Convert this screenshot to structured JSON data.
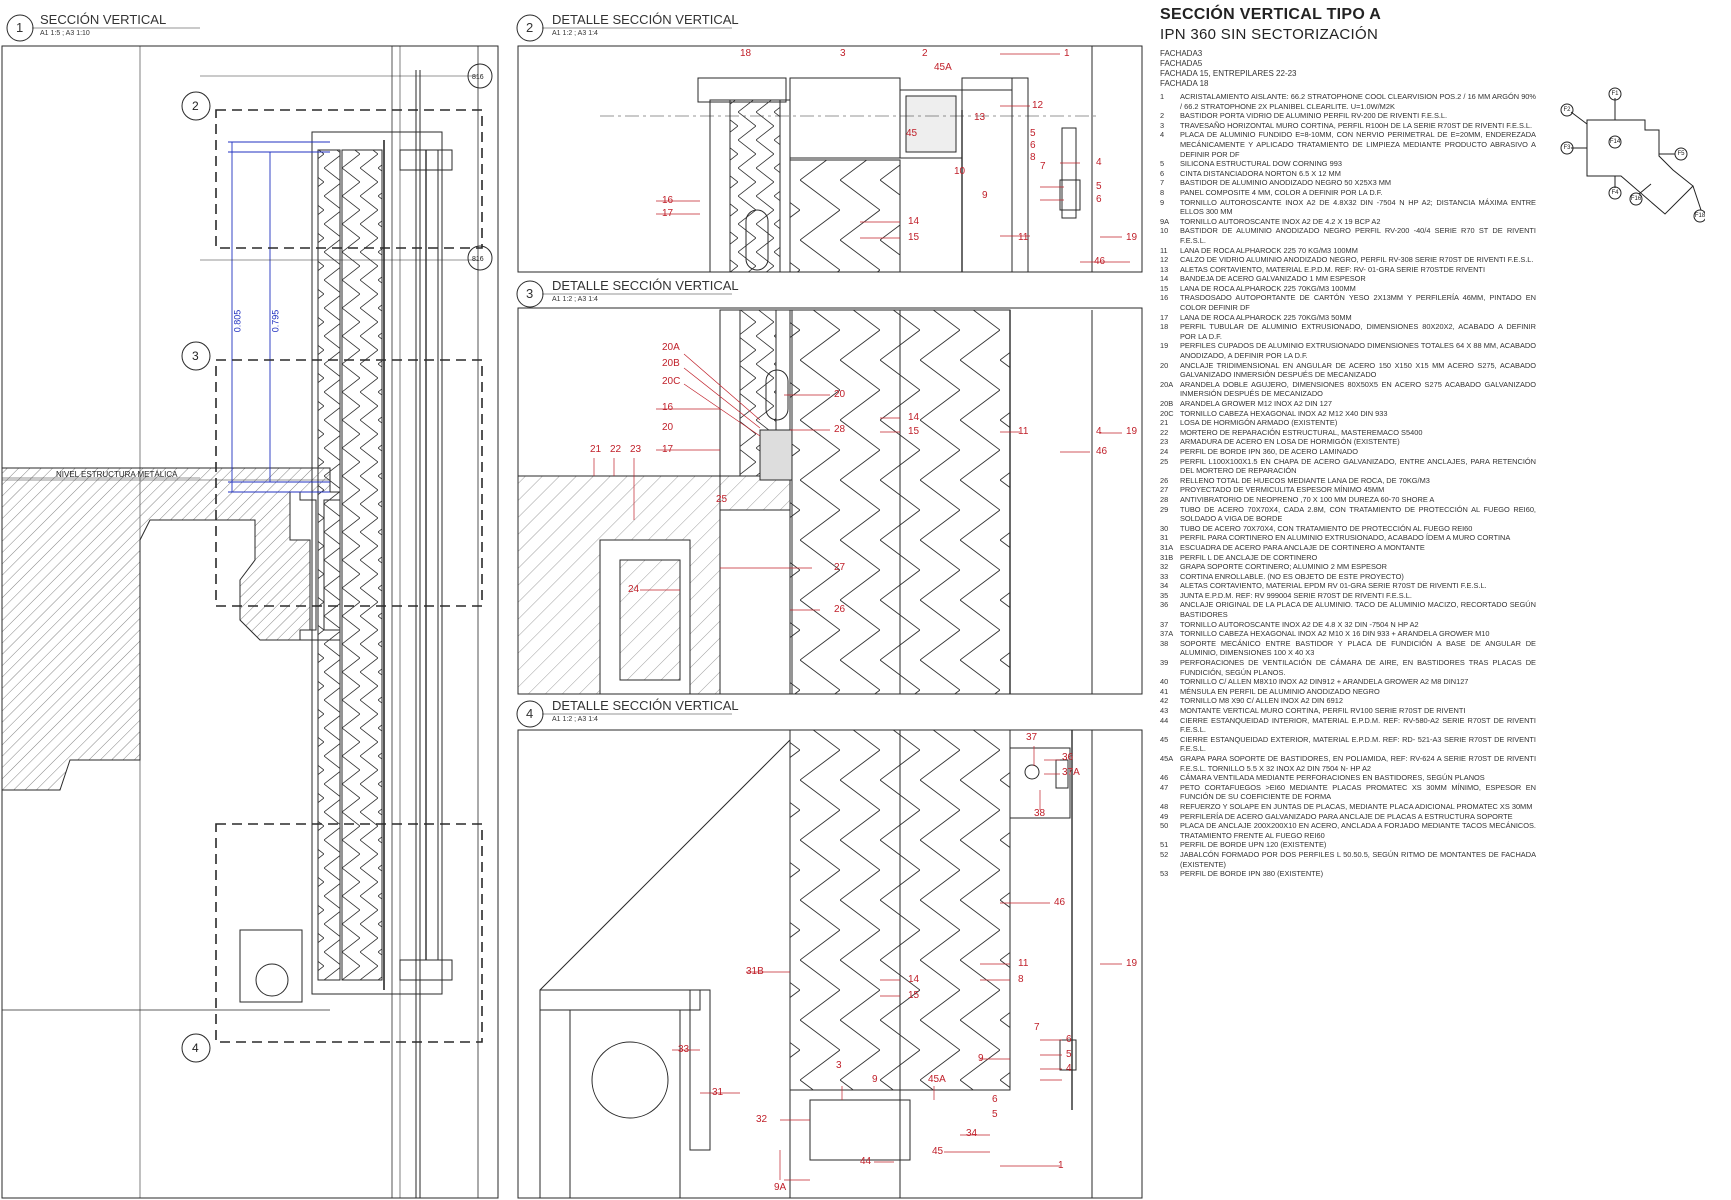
{
  "panels": [
    {
      "num": "1",
      "title": "SECCIÓN VERTICAL",
      "scale": "A1 1:5 ; A3 1:10"
    },
    {
      "num": "2",
      "title": "DETALLE SECCIÓN VERTICAL",
      "scale": "A1 1:2 ; A3 1:4"
    },
    {
      "num": "3",
      "title": "DETALLE SECCIÓN VERTICAL",
      "scale": "A1 1:2 ; A3 1:4"
    },
    {
      "num": "4",
      "title": "DETALLE SECCIÓN VERTICAL",
      "scale": "A1 1:2 ; A3 1:4"
    }
  ],
  "section1": {
    "callouts": [
      "2",
      "3",
      "4"
    ],
    "level_label": "NIVEL ESTRUCTURA METÁLICA",
    "dim_a": "0.805",
    "dim_b": "0.795",
    "ref_tag": "816"
  },
  "legend": {
    "title": "SECCIÓN VERTICAL TIPO A",
    "subtitle": "IPN 360 SIN SECTORIZACIÓN",
    "facades": [
      "FACHADA3",
      "FACHADA5",
      "FACHADA 15, ENTREPILARES 22-23",
      "FACHADA 18"
    ],
    "items": [
      {
        "n": "1",
        "t": "ACRISTALAMIENTO AISLANTE: 66.2 STRATOPHONE COOL CLEARVISION POS.2 / 16 MM ARGÓN 90% / 66.2 STRATOPHONE 2X PLANIBEL CLEARLITE. U=1.0W/m2K"
      },
      {
        "n": "2",
        "t": "BASTIDOR PORTA VIDRIO DE ALUMINIO PERFIL RV-200 DE RIVENTI F.E.S.L."
      },
      {
        "n": "3",
        "t": "TRAVESAÑO HORIZONTAL MURO CORTINA, PERFIL R100H DE LA SERIE R70ST DE RIVENTI F.E.S.L."
      },
      {
        "n": "4",
        "t": "PLACA DE ALUMINIO FUNDIDO E=8-10MM, CON NERVIO PERIMETRAL DE E=20MM, ENDEREZADA MECÁNICAMENTE Y APLICADO TRATAMIENTO DE LIMPIEZA MEDIANTE PRODUCTO ABRASIVO A DEFINIR POR DF"
      },
      {
        "n": "5",
        "t": "SILICONA ESTRUCTURAL DOW CORNING 993"
      },
      {
        "n": "6",
        "t": "CINTA DISTANCIADORA NORTON 6.5 X 12 MM"
      },
      {
        "n": "7",
        "t": "BASTIDOR DE ALUMINIO ANODIZADO NEGRO 50 X25X3 MM"
      },
      {
        "n": "8",
        "t": "PANEL COMPOSITE 4 MM, COLOR A DEFINIR POR LA D.F."
      },
      {
        "n": "9",
        "t": "TORNILLO AUTOROSCANTE INOX A2 DE 4.8X32 DIN -7504 N HP A2; DISTANCIA MÁXIMA ENTRE ELLOS 300 MM"
      },
      {
        "n": "9A",
        "t": "TORNILLO AUTOROSCANTE INOX A2 de 4.2 x 19 BCP A2"
      },
      {
        "n": "10",
        "t": "BASTIDOR DE ALUMINIO ANODIZADO NEGRO PERFIL RV-200 -40/4 SERIE R70 ST DE RIVENTI F.E.S.L."
      },
      {
        "n": "11",
        "t": "LANA DE ROCA ALPHAROCK 225 70 KG/M3 100MM"
      },
      {
        "n": "12",
        "t": "CALZO DE VIDRIO ALUMINIO ANODIZADO NEGRO, PERFIL RV-308 SERIE R70ST DE RIVENTI F.E.S.L."
      },
      {
        "n": "13",
        "t": "ALETAS CORTAVIENTO, MATERIAL E.P.D.M. REF: RV- 01-GRA SERIE R70STDE RIVENTI"
      },
      {
        "n": "14",
        "t": "BANDEJA DE ACERO GALVANIZADO 1 MM ESPESOR"
      },
      {
        "n": "15",
        "t": "LANA DE ROCA ALPHAROCK 225 70KG/M3 100mm"
      },
      {
        "n": "16",
        "t": "TRASDOSADO AUTOPORTANTE DE CARTÓN YESO 2x13mm Y PERFILERÍA 46mm, PINTADO EN COLOR DEFINIR DF"
      },
      {
        "n": "17",
        "t": "LANA DE ROCA ALPHAROCK 225 70KG/M3 50mm"
      },
      {
        "n": "18",
        "t": "PERFIL TUBULAR DE ALUMINIO EXTRUSIONADO, DIMENSIONES 80X20X2, ACABADO A DEFINIR POR LA D.F."
      },
      {
        "n": "19",
        "t": "PERFILES CUPADOS DE ALUMINIO EXTRUSIONADO DIMENSIONES TOTALES 64 X 88 MM, ACABADO ANODIZADO, A DEFINIR POR LA D.F."
      },
      {
        "n": "20",
        "t": "ANCLAJE TRIDIMENSIONAL EN ANGULAR DE ACERO 150 X150 X15 MM ACERO S275, ACABADO GALVANIZADO INMERSIÓN DESPUÉS DE MECANIZADO"
      },
      {
        "n": "20A",
        "t": "ARANDELA DOBLE AGUJERO, DIMENSIONES 80X50X5 EN ACERO S275 ACABADO GALVANIZADO INMERSIÓN DESPUÉS DE MECANIZADO"
      },
      {
        "n": "20B",
        "t": "ARANDELA GROWER M12 INOX A2 DIN 127"
      },
      {
        "n": "20C",
        "t": "TORNILLO CABEZA HEXAGONAL INOX A2 M12 x40 DIN 933"
      },
      {
        "n": "21",
        "t": "LOSA DE HORMIGÓN ARMADO (EXISTENTE)"
      },
      {
        "n": "22",
        "t": "MORTERO DE REPARACIÓN ESTRUCTURAL, MASTEREMACO S5400"
      },
      {
        "n": "23",
        "t": "ARMADURA DE ACERO EN LOSA DE HORMIGÓN (EXISTENTE)"
      },
      {
        "n": "24",
        "t": "PERFIL DE BORDE IPN 360, DE ACERO LAMINADO"
      },
      {
        "n": "25",
        "t": "PERFIL L100X100X1.5 EN CHAPA DE ACERO GALVANIZADO, ENTRE ANCLAJES, PARA RETENCIÓN DEL MORTERO DE REPARACIÓN"
      },
      {
        "n": "26",
        "t": "RELLENO TOTAL DE HUECOS MEDIANTE LANA DE ROCA, DE 70KG/M3"
      },
      {
        "n": "27",
        "t": "PROYECTADO DE VERMICULITA ESPESOR MÍNIMO 45MM"
      },
      {
        "n": "28",
        "t": "ANTIVIBRATORIO DE NEOPRENO ,70 X 100 MM DUREZA 60-70 SHORE A"
      },
      {
        "n": "29",
        "t": "TUBO DE ACERO 70X70X4, CADA 2.8m, CON TRATAMIENTO DE PROTECCIÓN AL FUEGO REI60, SOLDADO A VIGA DE BORDE"
      },
      {
        "n": "30",
        "t": "TUBO DE ACERO 70X70X4, CON TRATAMIENTO DE PROTECCIÓN AL FUEGO REI60"
      },
      {
        "n": "31",
        "t": "PERFIL PARA CORTINERO EN ALUMINIO EXTRUSIONADO, ACABADO ÍDEM A MURO CORTINA"
      },
      {
        "n": "31A",
        "t": "ESCUADRA DE ACERO PARA ANCLAJE DE CORTINERO A MONTANTE"
      },
      {
        "n": "31B",
        "t": "PERFIL L DE ANCLAJE DE CORTINERO"
      },
      {
        "n": "32",
        "t": "GRAPA SOPORTE CORTINERO; ALUMINIO 2 MM ESPESOR"
      },
      {
        "n": "33",
        "t": "CORTINA ENROLLABLE. (NO ES OBJETO DE ESTE PROYECTO)"
      },
      {
        "n": "34",
        "t": "ALETAS CORTAVIENTO, MATERIAL EPDM RV 01-GRA SERIE R70ST DE RIVENTI F.E.S.L."
      },
      {
        "n": "35",
        "t": "JUNTA E.P.D.M. ref: RV 999004 SERIE R70ST DE RIVENTI F.E.S.L."
      },
      {
        "n": "36",
        "t": "ANCLAJE ORIGINAL DE LA PLACA DE ALUMINIO. TACO DE ALUMINIO MACIZO, RECORTADO SEGÚN BASTIDORES"
      },
      {
        "n": "37",
        "t": "TORNILLO AUTOROSCANTE INOX A2 DE 4.8 x 32 DIN -7504 N HP A2"
      },
      {
        "n": "37A",
        "t": "TORNILLO CABEZA HEXAGONAL INOX A2 M10 x 16 DIN 933 + ARANDELA GROWER M10"
      },
      {
        "n": "38",
        "t": "SOPORTE MECÁNICO ENTRE BASTIDOR Y PLACA DE FUNDICIÓN A BASE DE ANGULAR DE ALUMINIO, DIMENSIONES 100 X 40 X3"
      },
      {
        "n": "39",
        "t": "PERFORACIONES DE VENTILACIÓN DE CÁMARA DE AIRE, EN BASTIDORES TRAS PLACAS DE FUNDICIÓN, SEGÚN PLANOS."
      },
      {
        "n": "40",
        "t": "TORNILLO C/ ALLEN M8X10 INOX A2 DIN912 + ARANDELA GROWER A2 M8 DIN127"
      },
      {
        "n": "41",
        "t": "MÉNSULA EN PERFIL DE ALUMINIO ANODIZADO NEGRO"
      },
      {
        "n": "42",
        "t": "TORNILLO M8 X90 C/ ALLEN INOX A2 DIN 6912"
      },
      {
        "n": "43",
        "t": "MONTANTE VERTICAL MURO CORTINA, PERFIL RV100 SERIE R70ST DE RIVENTI"
      },
      {
        "n": "44",
        "t": "CIERRE ESTANQUEIDAD INTERIOR, MATERIAL E.P.D.M. REF: RV-580-A2 SERIE R70ST DE RIVENTI F.E.S.L."
      },
      {
        "n": "45",
        "t": "CIERRE ESTANQUEIDAD EXTERIOR, MATERIAL E.P.D.M. REF: RD- 521-A3 SERIE R70ST DE RIVENTI F.E.S.L."
      },
      {
        "n": "45A",
        "t": "GRAPA PARA SOPORTE DE BASTIDORES, EN POLIAMIDA, REF: RV-624 A SERIE R70ST DE RIVENTI F.E.S.L. TORNILLO 5.5 X 32 INOX A2 DIN 7504 N- HP A2"
      },
      {
        "n": "46",
        "t": "CÁMARA VENTILADA MEDIANTE PERFORACIONES EN BASTIDORES, SEGÚN PLANOS"
      },
      {
        "n": "47",
        "t": "PETO CORTAFUEGOS >EI60 MEDIANTE PLACAS PROMATEC XS 30MM MÍNIMO, ESPESOR EN FUNCIÓN DE SU COEFICIENTE DE FORMA"
      },
      {
        "n": "48",
        "t": "REFUERZO Y SOLAPE EN JUNTAS DE PLACAS, MEDIANTE PLACA ADICIONAL PROMATEC XS 30mm"
      },
      {
        "n": "49",
        "t": "PERFILERÍA DE ACERO GALVANIZADO PARA ANCLAJE DE PLACAS A ESTRUCTURA SOPORTE"
      },
      {
        "n": "50",
        "t": "PLACA DE ANCLAJE 200X200X10 EN ACERO, ANCLADA A FORJADO MEDIANTE TACOS MECÁNICOS. TRATAMIENTO FRENTE AL FUEGO REI60"
      },
      {
        "n": "51",
        "t": "PERFIL DE BORDE UPN 120 (EXISTENTE)"
      },
      {
        "n": "52",
        "t": "JABALCÓN FORMADO POR DOS PERFILES L 50.50.5, SEGÚN RITMO DE MONTANTES DE FACHADA (EXISTENTE)"
      },
      {
        "n": "53",
        "t": "PERFIL DE BORDE IPN 380 (EXISTENTE)"
      }
    ]
  },
  "keyplan": {
    "labels": [
      "F1",
      "F2",
      "F3",
      "F14",
      "F5",
      "F4",
      "F16",
      "F18"
    ]
  },
  "detail2": {
    "marks": [
      "18",
      "3",
      "2",
      "45A",
      "1",
      "12",
      "13",
      "45",
      "5",
      "6",
      "8",
      "10",
      "4",
      "7",
      "5",
      "6",
      "9",
      "16",
      "17",
      "14",
      "15",
      "11",
      "19",
      "46"
    ]
  },
  "detail3": {
    "marks": [
      "20A",
      "20B",
      "20C",
      "16",
      "20",
      "17",
      "20",
      "28",
      "14",
      "15",
      "11",
      "4",
      "46",
      "19",
      "21",
      "22",
      "23",
      "25",
      "27",
      "24",
      "26"
    ]
  },
  "detail4": {
    "marks": [
      "37",
      "36",
      "37A",
      "38",
      "46",
      "11",
      "8",
      "19",
      "31B",
      "14",
      "15",
      "7",
      "6",
      "5",
      "4",
      "9",
      "3",
      "9",
      "45A",
      "33",
      "31",
      "6",
      "5",
      "32",
      "34",
      "45",
      "44",
      "1",
      "9A"
    ]
  },
  "colors": {
    "line": "#2a2a2a",
    "callout": "#c0202a",
    "dimension": "#2030c0",
    "hatch": "#555555"
  }
}
